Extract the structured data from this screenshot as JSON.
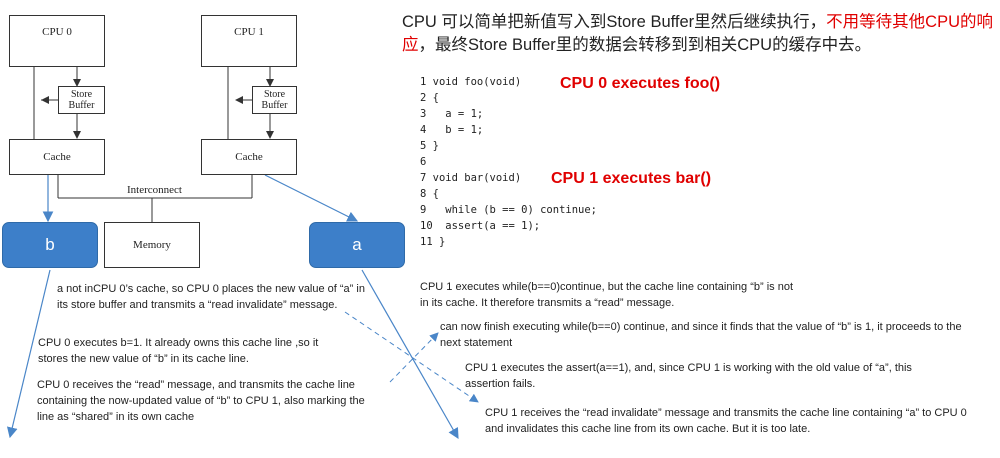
{
  "diagram": {
    "cpu0": "CPU 0",
    "cpu1": "CPU 1",
    "store_buffer_0": "Store\nBuffer",
    "store_buffer_1": "Store\nBuffer",
    "cache0": "Cache",
    "cache1": "Cache",
    "interconnect": "Interconnect",
    "memory": "Memory",
    "var_b": "b",
    "var_a": "a",
    "accent_blue": "#3d7fc9",
    "arrow_blue": "#4a86c8"
  },
  "heading": {
    "part1": "CPU 可以简单把新值写入到Store Buffer里然后继续执行，",
    "red": "不用等待其他CPU的响应",
    "part2": "，最终Store Buffer里的数据会转移到到相关CPU的缓存中去。",
    "red_color": "#e00000"
  },
  "code": {
    "lines": [
      "1 void foo(void)",
      "2 {",
      "3   a = 1;",
      "4   b = 1;",
      "5 }",
      "6",
      "7 void bar(void)",
      "8 {",
      "9   while (b == 0) continue;",
      "10  assert(a == 1);",
      "11 }"
    ],
    "cpu0_exec": "CPU 0 executes foo()",
    "cpu1_exec": "CPU 1 executes bar()"
  },
  "notes": {
    "n1": "a not inCPU 0’s cache, so CPU 0 places the new value of “a” in its store buffer and transmits a “read invalidate” message.",
    "n2": "CPU 0 executes b=1. It already owns this cache line ,so it stores the new value of “b” in its cache line.",
    "n3": "CPU 0 receives the “read” message, and transmits the cache line containing the now-updated value of “b” to CPU 1, also marking the line as “shared” in its own cache",
    "n4": "CPU 1 executes while(b==0)continue, but the cache line containing “b” is not in its cache. It therefore transmits a “read” message.",
    "n5": "can now finish executing while(b==0) continue, and since it finds that the value of “b” is 1, it proceeds to the next statement",
    "n6": "CPU 1 executes the assert(a==1), and, since CPU 1 is working with the old value of “a”, this assertion fails.",
    "n7": "CPU 1 receives the “read invalidate” message and transmits the cache line containing “a” to CPU 0 and invalidates this cache line from its own cache. But it is too late."
  }
}
